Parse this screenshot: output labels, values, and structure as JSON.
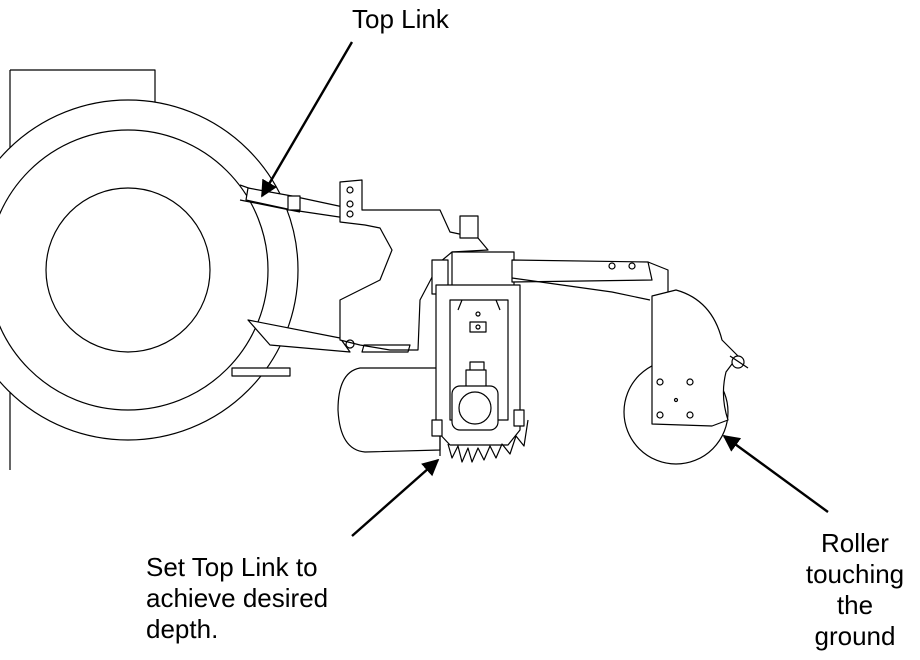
{
  "labels": {
    "top_link": "Top Link",
    "set_top_link": [
      "Set Top Link to",
      "achieve desired",
      "depth."
    ],
    "roller": [
      "Roller",
      "touching",
      "the",
      "ground"
    ]
  },
  "colors": {
    "ink": "#000000",
    "paper": "#ffffff"
  }
}
